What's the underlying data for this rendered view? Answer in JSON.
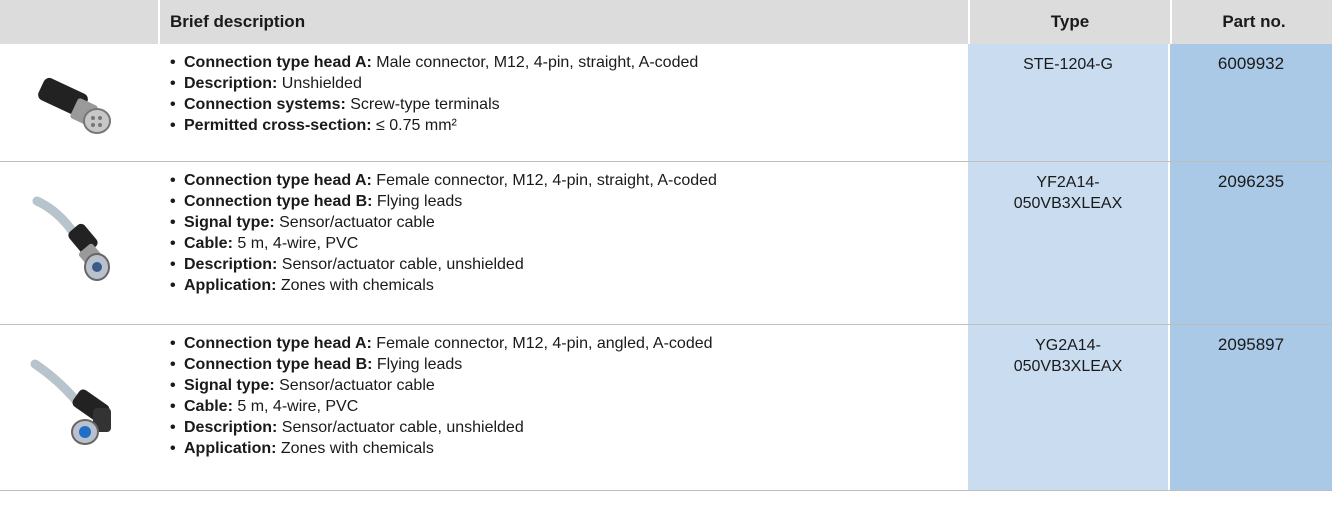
{
  "header": {
    "image_col": "",
    "description": "Brief description",
    "type": "Type",
    "part_no": "Part no."
  },
  "rows": [
    {
      "icon": "straight-male-connector-icon",
      "type": "STE-1204-G",
      "part_no": "6009932",
      "items": [
        {
          "label": "Connection type head A:",
          "value": " Male connector, M12, 4-pin, straight, A-coded"
        },
        {
          "label": "Description:",
          "value": " Unshielded"
        },
        {
          "label": "Connection systems:",
          "value": " Screw-type terminals"
        },
        {
          "label": "Permitted cross-section:",
          "value": " ≤ 0.75 mm²"
        }
      ]
    },
    {
      "icon": "straight-female-cable-connector-icon",
      "type": "YF2A14-050VB3XLEAX",
      "part_no": "2096235",
      "items": [
        {
          "label": "Connection type head A:",
          "value": " Female connector, M12, 4-pin, straight, A-coded"
        },
        {
          "label": "Connection type head B:",
          "value": " Flying leads"
        },
        {
          "label": "Signal type:",
          "value": " Sensor/actuator cable"
        },
        {
          "label": "Cable:",
          "value": " 5 m, 4-wire, PVC"
        },
        {
          "label": "Description:",
          "value": " Sensor/actuator cable, unshielded"
        },
        {
          "label": "Application:",
          "value": " Zones with chemicals"
        }
      ]
    },
    {
      "icon": "angled-female-cable-connector-icon",
      "type": "YG2A14-050VB3XLEAX",
      "part_no": "2095897",
      "items": [
        {
          "label": "Connection type head A:",
          "value": " Female connector, M12, 4-pin, angled, A-coded"
        },
        {
          "label": "Connection type head B:",
          "value": " Flying leads"
        },
        {
          "label": "Signal type:",
          "value": " Sensor/actuator cable"
        },
        {
          "label": "Cable:",
          "value": " 5 m, 4-wire, PVC"
        },
        {
          "label": "Description:",
          "value": " Sensor/actuator cable, unshielded"
        },
        {
          "label": "Application:",
          "value": " Zones with chemicals"
        }
      ]
    }
  ]
}
